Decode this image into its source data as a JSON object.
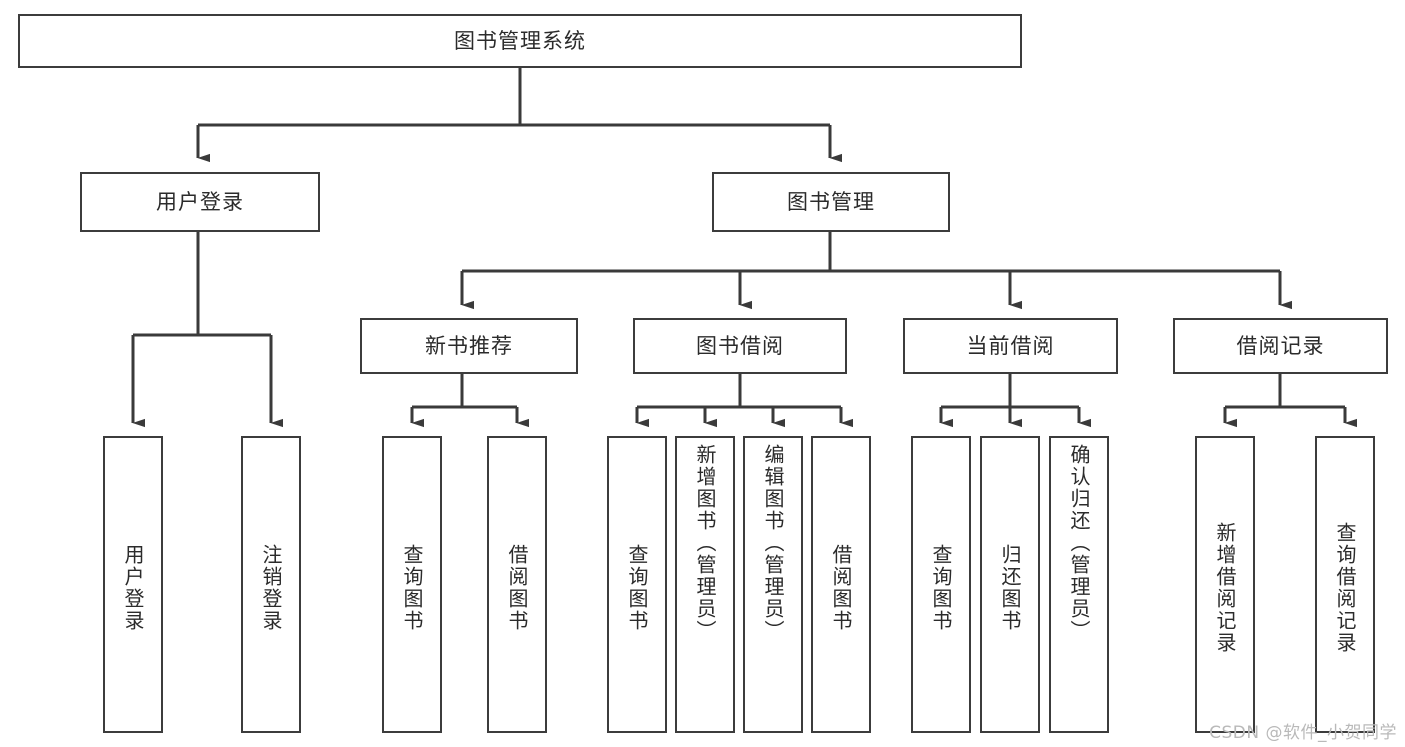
{
  "diagram": {
    "title": "图书管理系统",
    "type": "tree-structure-diagram",
    "colors": {
      "background": "#ffffff",
      "box_border": "#3c3c3c",
      "connector": "#3a3a3a",
      "text": "#2b2b2b",
      "watermark": "#b9b9b9"
    },
    "root": {
      "label": "图书管理系统"
    },
    "level2": [
      {
        "label": "用户登录"
      },
      {
        "label": "图书管理"
      }
    ],
    "level3": [
      {
        "label": "新书推荐"
      },
      {
        "label": "图书借阅"
      },
      {
        "label": "当前借阅"
      },
      {
        "label": "借阅记录"
      }
    ],
    "leaves": {
      "user_login": [
        {
          "label": "用户登录"
        },
        {
          "label": "注销登录"
        }
      ],
      "new_book_recommend": [
        {
          "label": "查询图书"
        },
        {
          "label": "借阅图书"
        }
      ],
      "book_borrow": [
        {
          "label": "查询图书"
        },
        {
          "label": "新增图书（管理员）"
        },
        {
          "label": "编辑图书（管理员）"
        },
        {
          "label": "借阅图书"
        }
      ],
      "current_borrow": [
        {
          "label": "查询图书"
        },
        {
          "label": "归还图书"
        },
        {
          "label": "确认归还（管理员）"
        }
      ],
      "borrow_record": [
        {
          "label": "新增借阅记录"
        },
        {
          "label": "查询借阅记录"
        }
      ]
    }
  },
  "watermark": {
    "text": "CSDN @软件_小贺同学"
  }
}
